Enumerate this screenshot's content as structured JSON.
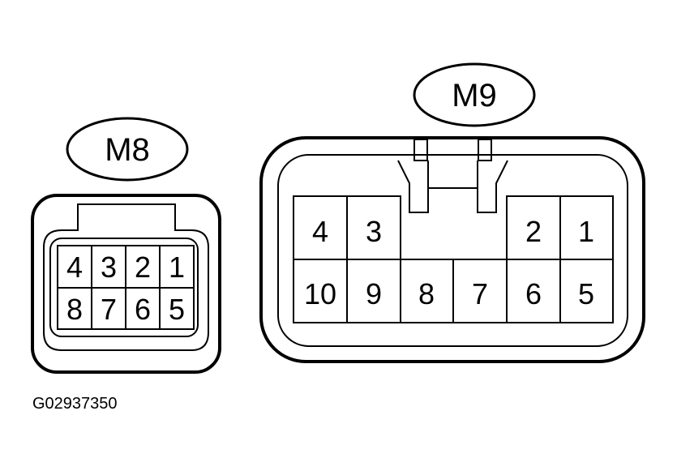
{
  "connectors": [
    {
      "label": "M8",
      "pins_top": [
        "4",
        "3",
        "2",
        "1"
      ],
      "pins_bottom": [
        "8",
        "7",
        "6",
        "5"
      ]
    },
    {
      "label": "M9",
      "pins_top": [
        "4",
        "3",
        "",
        "",
        "2",
        "1"
      ],
      "pins_bottom": [
        "10",
        "9",
        "8",
        "7",
        "6",
        "5"
      ]
    }
  ],
  "figure_id": "G02937350"
}
